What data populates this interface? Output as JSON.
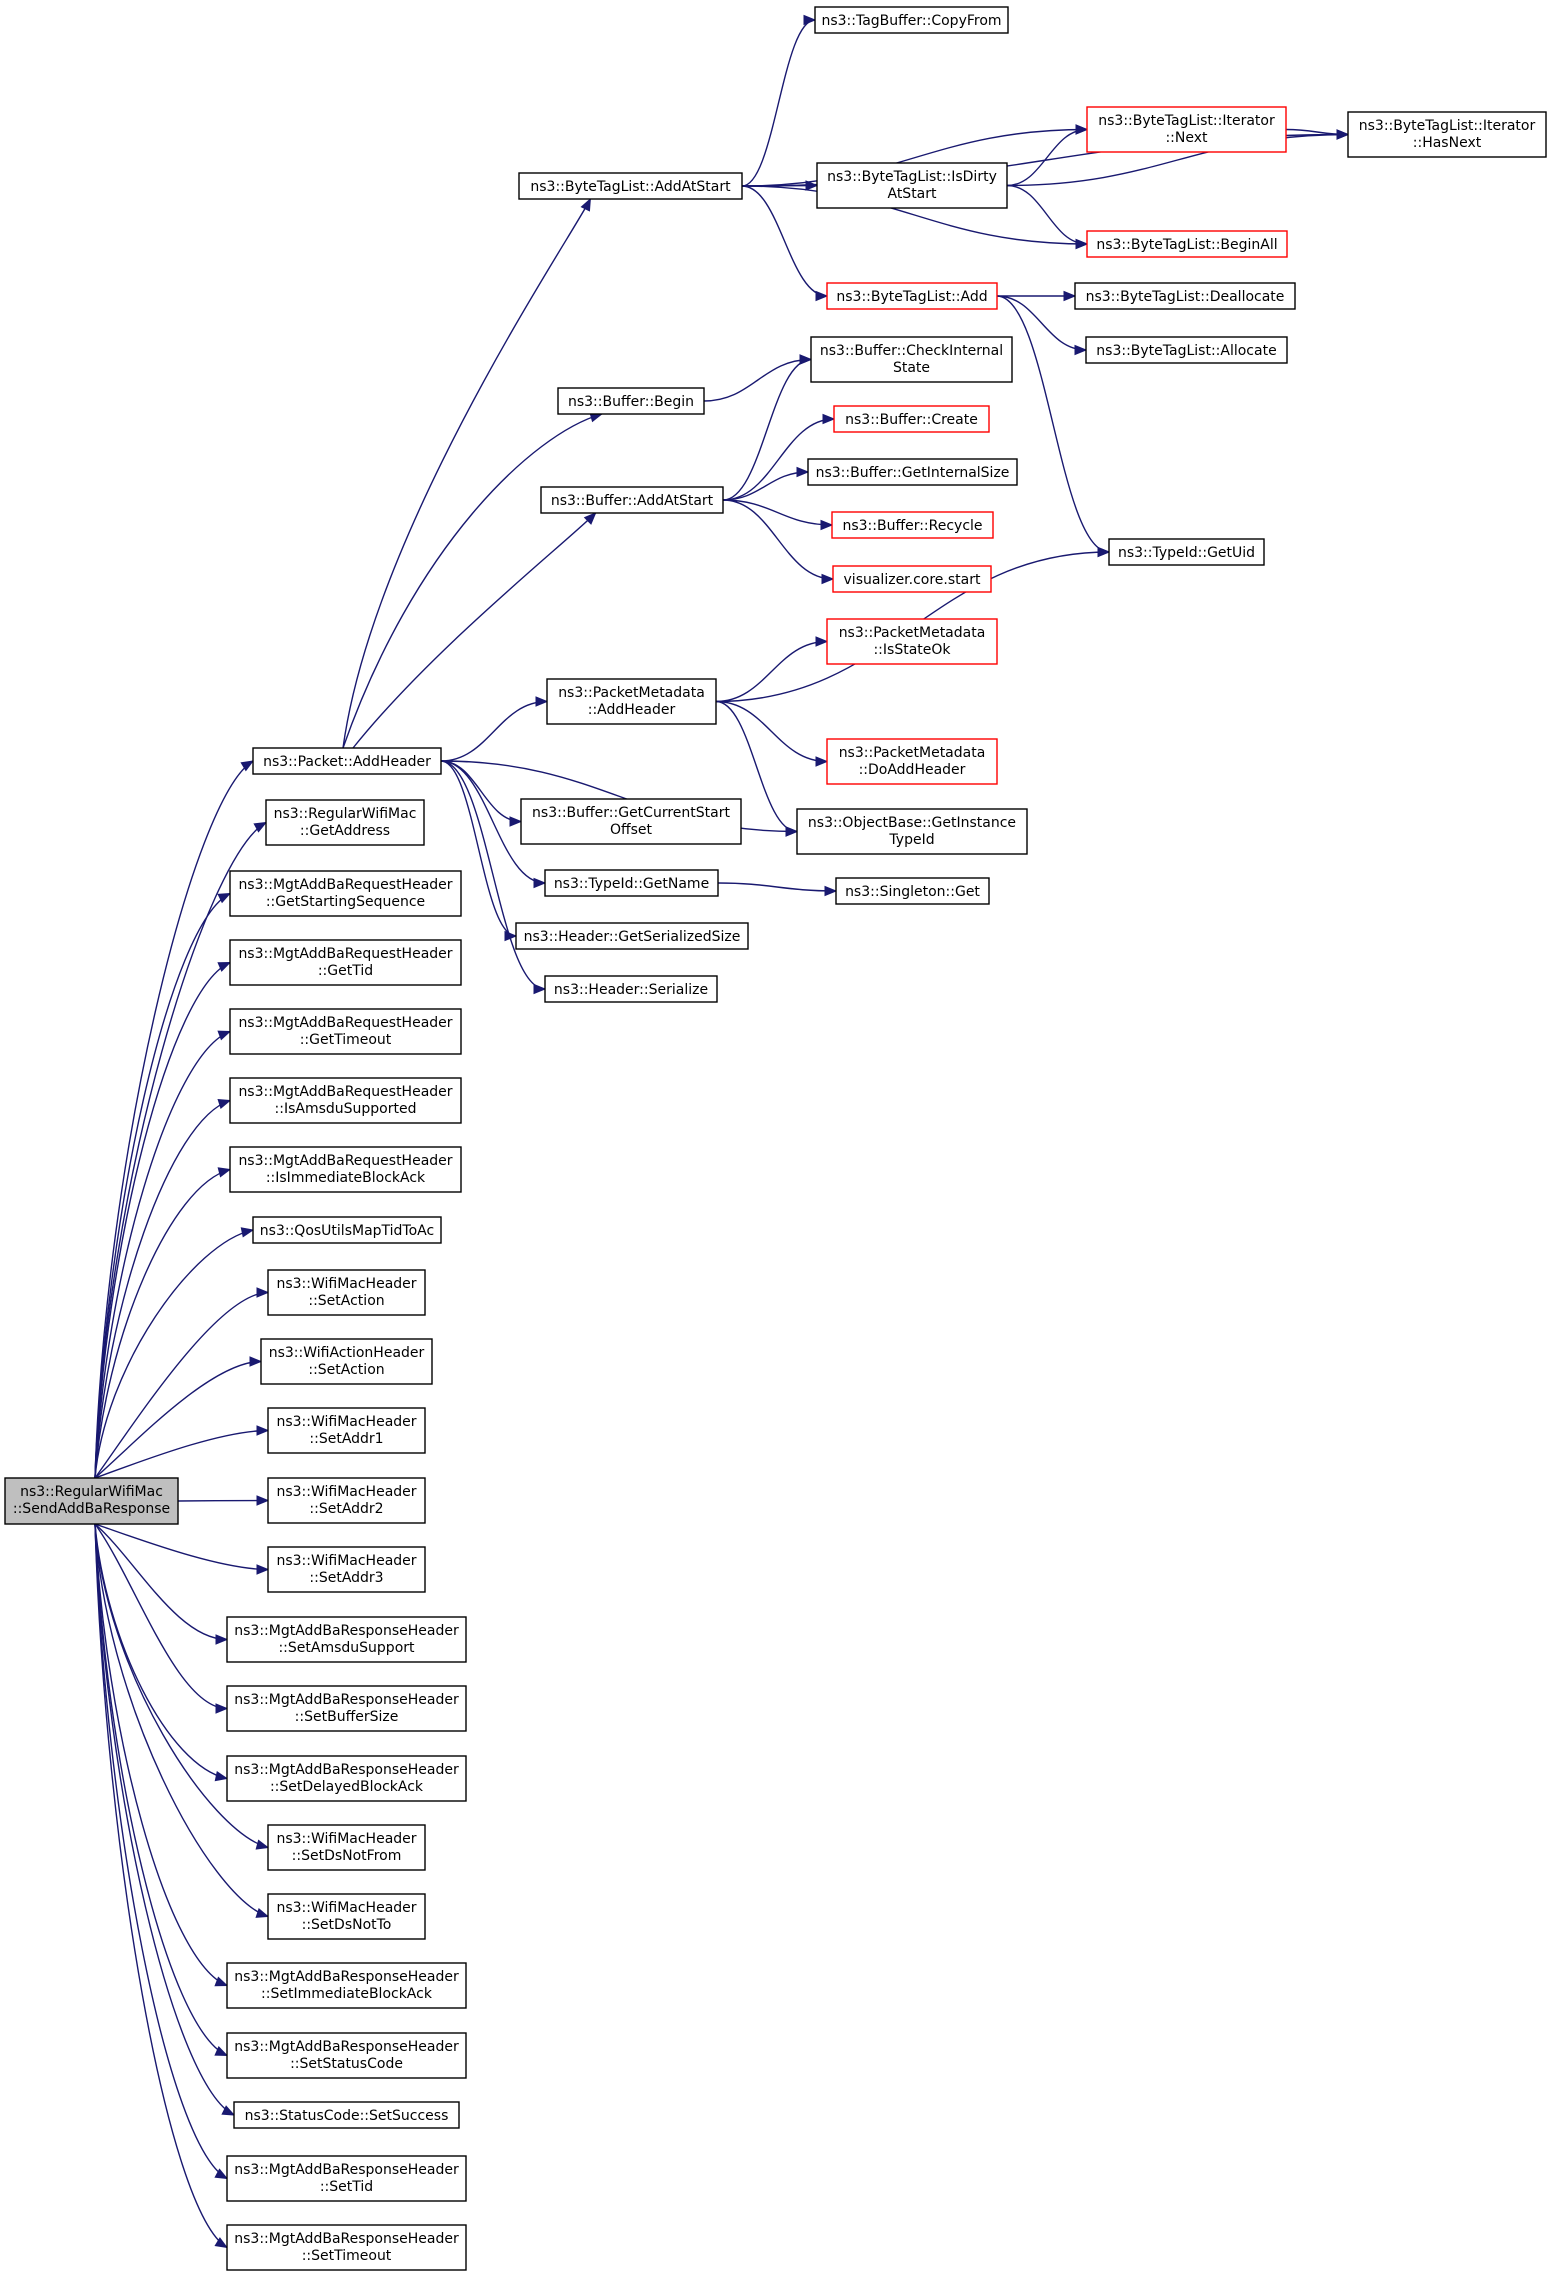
{
  "graph": {
    "edge_color": "#191970",
    "node_border": "#000000",
    "highlight_border": "#ff0000",
    "root_fill": "#bfbfbf",
    "nodes": {
      "root": [
        "ns3::RegularWifiMac",
        "::SendAddBaResponse"
      ],
      "addheader": [
        "ns3::Packet::AddHeader"
      ],
      "getaddress": [
        "ns3::RegularWifiMac",
        "::GetAddress"
      ],
      "req_seq": [
        "ns3::MgtAddBaRequestHeader",
        "::GetStartingSequence"
      ],
      "req_tid": [
        "ns3::MgtAddBaRequestHeader",
        "::GetTid"
      ],
      "req_timeout": [
        "ns3::MgtAddBaRequestHeader",
        "::GetTimeout"
      ],
      "req_amsdu": [
        "ns3::MgtAddBaRequestHeader",
        "::IsAmsduSupported"
      ],
      "req_immediate": [
        "ns3::MgtAddBaRequestHeader",
        "::IsImmediateBlockAck"
      ],
      "qos_map": [
        "ns3::QosUtilsMapTidToAc"
      ],
      "mac_setaction": [
        "ns3::WifiMacHeader",
        "::SetAction"
      ],
      "action_setaction": [
        "ns3::WifiActionHeader",
        "::SetAction"
      ],
      "setaddr1": [
        "ns3::WifiMacHeader",
        "::SetAddr1"
      ],
      "setaddr2": [
        "ns3::WifiMacHeader",
        "::SetAddr2"
      ],
      "setaddr3": [
        "ns3::WifiMacHeader",
        "::SetAddr3"
      ],
      "resp_amsdu": [
        "ns3::MgtAddBaResponseHeader",
        "::SetAmsduSupport"
      ],
      "resp_buffer": [
        "ns3::MgtAddBaResponseHeader",
        "::SetBufferSize"
      ],
      "resp_delayed": [
        "ns3::MgtAddBaResponseHeader",
        "::SetDelayedBlockAck"
      ],
      "dsnotfrom": [
        "ns3::WifiMacHeader",
        "::SetDsNotFrom"
      ],
      "dsnotto": [
        "ns3::WifiMacHeader",
        "::SetDsNotTo"
      ],
      "resp_immediate": [
        "ns3::MgtAddBaResponseHeader",
        "::SetImmediateBlockAck"
      ],
      "resp_status": [
        "ns3::MgtAddBaResponseHeader",
        "::SetStatusCode"
      ],
      "setsuccess": [
        "ns3::StatusCode::SetSuccess"
      ],
      "resp_tid": [
        "ns3::MgtAddBaResponseHeader",
        "::SetTid"
      ],
      "resp_timeout": [
        "ns3::MgtAddBaResponseHeader",
        "::SetTimeout"
      ],
      "btl_addatstart": [
        "ns3::ByteTagList::AddAtStart"
      ],
      "buf_begin": [
        "ns3::Buffer::Begin"
      ],
      "buf_addatstart": [
        "ns3::Buffer::AddAtStart"
      ],
      "pm_addheader": [
        "ns3::PacketMetadata",
        "::AddHeader"
      ],
      "buf_getcurrentstart": [
        "ns3::Buffer::GetCurrentStart",
        "Offset"
      ],
      "typeid_getname": [
        "ns3::TypeId::GetName"
      ],
      "hdr_getserializedsize": [
        "ns3::Header::GetSerializedSize"
      ],
      "hdr_serialize": [
        "ns3::Header::Serialize"
      ],
      "tagbuffer_copyfrom": [
        "ns3::TagBuffer::CopyFrom"
      ],
      "it_next": [
        "ns3::ByteTagList::Iterator",
        "::Next"
      ],
      "btl_isdirty": [
        "ns3::ByteTagList::IsDirty",
        "AtStart"
      ],
      "btl_beginall": [
        "ns3::ByteTagList::BeginAll"
      ],
      "btl_add": [
        "ns3::ByteTagList::Add"
      ],
      "it_hasnext": [
        "ns3::ByteTagList::Iterator",
        "::HasNext"
      ],
      "btl_deallocate": [
        "ns3::ByteTagList::Deallocate"
      ],
      "btl_allocate": [
        "ns3::ByteTagList::Allocate"
      ],
      "buf_checkinternal": [
        "ns3::Buffer::CheckInternal",
        "State"
      ],
      "buf_create": [
        "ns3::Buffer::Create"
      ],
      "buf_getinternalsize": [
        "ns3::Buffer::GetInternalSize"
      ],
      "buf_recycle": [
        "ns3::Buffer::Recycle"
      ],
      "viz_start": [
        "visualizer.core.start"
      ],
      "typeid_getuid": [
        "ns3::TypeId::GetUid"
      ],
      "pm_isstateok": [
        "ns3::PacketMetadata",
        "::IsStateOk"
      ],
      "pm_doaddheader": [
        "ns3::PacketMetadata",
        "::DoAddHeader"
      ],
      "ob_getinstancetypeid": [
        "ns3::ObjectBase::GetInstance",
        "TypeId"
      ],
      "singleton_get": [
        "ns3::Singleton::Get"
      ]
    },
    "edges": [
      [
        "root",
        "addheader"
      ],
      [
        "root",
        "getaddress"
      ],
      [
        "root",
        "req_seq"
      ],
      [
        "root",
        "req_tid"
      ],
      [
        "root",
        "req_timeout"
      ],
      [
        "root",
        "req_amsdu"
      ],
      [
        "root",
        "req_immediate"
      ],
      [
        "root",
        "qos_map"
      ],
      [
        "root",
        "mac_setaction"
      ],
      [
        "root",
        "action_setaction"
      ],
      [
        "root",
        "setaddr1"
      ],
      [
        "root",
        "setaddr2"
      ],
      [
        "root",
        "setaddr3"
      ],
      [
        "root",
        "resp_amsdu"
      ],
      [
        "root",
        "resp_buffer"
      ],
      [
        "root",
        "resp_delayed"
      ],
      [
        "root",
        "dsnotfrom"
      ],
      [
        "root",
        "dsnotto"
      ],
      [
        "root",
        "resp_immediate"
      ],
      [
        "root",
        "resp_status"
      ],
      [
        "root",
        "setsuccess"
      ],
      [
        "root",
        "resp_tid"
      ],
      [
        "root",
        "resp_timeout"
      ],
      [
        "addheader",
        "btl_addatstart"
      ],
      [
        "addheader",
        "buf_begin"
      ],
      [
        "addheader",
        "buf_addatstart"
      ],
      [
        "addheader",
        "pm_addheader"
      ],
      [
        "addheader",
        "buf_getcurrentstart"
      ],
      [
        "addheader",
        "typeid_getname"
      ],
      [
        "addheader",
        "hdr_getserializedsize"
      ],
      [
        "addheader",
        "hdr_serialize"
      ],
      [
        "addheader",
        "ob_getinstancetypeid"
      ],
      [
        "btl_addatstart",
        "tagbuffer_copyfrom"
      ],
      [
        "btl_addatstart",
        "it_next"
      ],
      [
        "btl_addatstart",
        "btl_isdirty"
      ],
      [
        "btl_addatstart",
        "btl_beginall"
      ],
      [
        "btl_addatstart",
        "btl_add"
      ],
      [
        "btl_addatstart",
        "it_hasnext"
      ],
      [
        "btl_isdirty",
        "it_next"
      ],
      [
        "btl_isdirty",
        "it_hasnext"
      ],
      [
        "btl_isdirty",
        "btl_beginall"
      ],
      [
        "it_next",
        "it_hasnext"
      ],
      [
        "btl_add",
        "btl_deallocate"
      ],
      [
        "btl_add",
        "btl_allocate"
      ],
      [
        "btl_add",
        "typeid_getuid"
      ],
      [
        "buf_begin",
        "buf_checkinternal"
      ],
      [
        "buf_addatstart",
        "buf_checkinternal"
      ],
      [
        "buf_addatstart",
        "buf_create"
      ],
      [
        "buf_addatstart",
        "buf_getinternalsize"
      ],
      [
        "buf_addatstart",
        "buf_recycle"
      ],
      [
        "buf_addatstart",
        "viz_start"
      ],
      [
        "pm_addheader",
        "pm_isstateok"
      ],
      [
        "pm_addheader",
        "typeid_getuid"
      ],
      [
        "pm_addheader",
        "pm_doaddheader"
      ],
      [
        "pm_addheader",
        "ob_getinstancetypeid"
      ],
      [
        "typeid_getname",
        "singleton_get"
      ]
    ]
  }
}
